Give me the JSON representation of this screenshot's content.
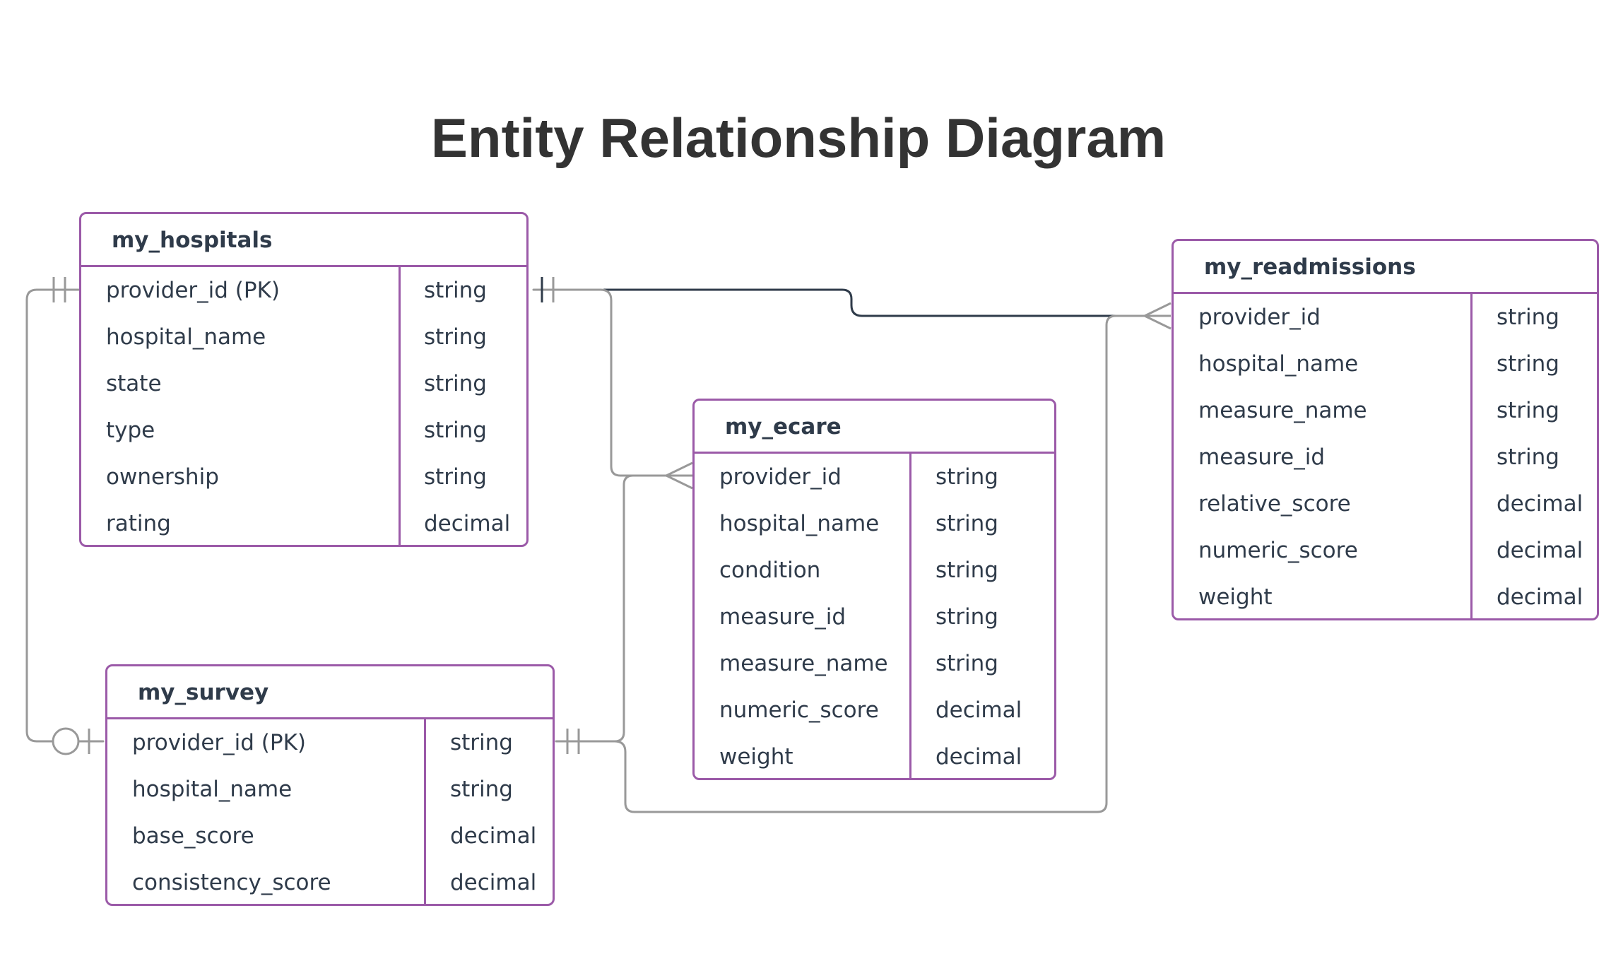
{
  "title": "Entity Relationship Diagram",
  "colors": {
    "entity_border": "#9b5aa8",
    "text": "#2f3b4a",
    "title": "#333333",
    "relation_line": "#999999",
    "highlight_line": "#2f3b4a"
  },
  "entities": {
    "my_hospitals": {
      "name": "my_hospitals",
      "fields": [
        {
          "name": "provider_id (PK)",
          "type": "string"
        },
        {
          "name": "hospital_name",
          "type": "string"
        },
        {
          "name": "state",
          "type": "string"
        },
        {
          "name": "type",
          "type": "string"
        },
        {
          "name": "ownership",
          "type": "string"
        },
        {
          "name": "rating",
          "type": "decimal"
        }
      ]
    },
    "my_readmissions": {
      "name": "my_readmissions",
      "fields": [
        {
          "name": "provider_id",
          "type": "string"
        },
        {
          "name": "hospital_name",
          "type": "string"
        },
        {
          "name": "measure_name",
          "type": "string"
        },
        {
          "name": "measure_id",
          "type": "string"
        },
        {
          "name": "relative_score",
          "type": "decimal"
        },
        {
          "name": "numeric_score",
          "type": "decimal"
        },
        {
          "name": "weight",
          "type": "decimal"
        }
      ]
    },
    "my_ecare": {
      "name": "my_ecare",
      "fields": [
        {
          "name": "provider_id",
          "type": "string"
        },
        {
          "name": "hospital_name",
          "type": "string"
        },
        {
          "name": "condition",
          "type": "string"
        },
        {
          "name": "measure_id",
          "type": "string"
        },
        {
          "name": "measure_name",
          "type": "string"
        },
        {
          "name": "numeric_score",
          "type": "decimal"
        },
        {
          "name": "weight",
          "type": "decimal"
        }
      ]
    },
    "my_survey": {
      "name": "my_survey",
      "fields": [
        {
          "name": "provider_id (PK)",
          "type": "string"
        },
        {
          "name": "hospital_name",
          "type": "string"
        },
        {
          "name": "base_score",
          "type": "decimal"
        },
        {
          "name": "consistency_score",
          "type": "decimal"
        }
      ]
    }
  },
  "relationships": [
    {
      "from": "my_hospitals",
      "to": "my_readmissions",
      "from_card": "exactly-one",
      "to_card": "many"
    },
    {
      "from": "my_hospitals",
      "to": "my_ecare",
      "from_card": "exactly-one",
      "to_card": "many"
    },
    {
      "from": "my_hospitals",
      "to": "my_survey",
      "from_card": "exactly-one",
      "to_card": "zero-or-one"
    },
    {
      "from": "my_survey",
      "to": "my_ecare",
      "from_card": "exactly-one",
      "to_card": "many"
    },
    {
      "from": "my_survey",
      "to": "my_readmissions",
      "from_card": "exactly-one",
      "to_card": "many"
    }
  ]
}
